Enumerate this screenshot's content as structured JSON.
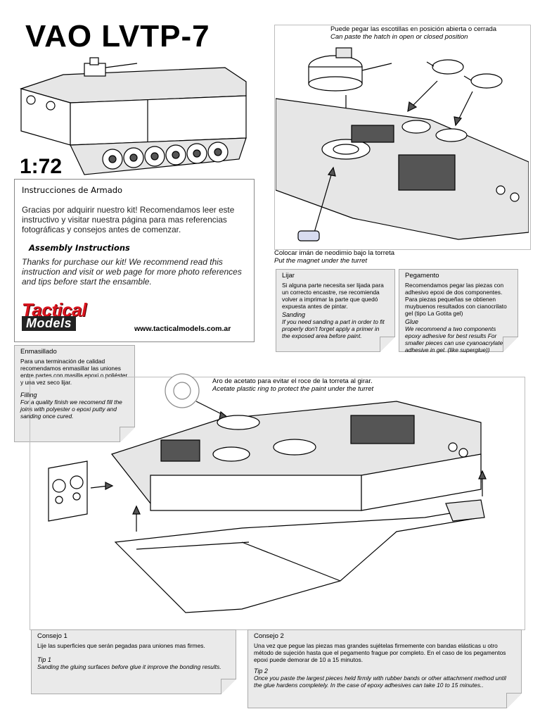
{
  "header": {
    "title": "VAO LVTP-7",
    "scale": "1:72"
  },
  "hatch_caption": {
    "es": "Puede pegar las escotillas en posición abierta o cerrada",
    "en": "Can paste the hatch in open or closed position"
  },
  "magnet_caption": {
    "es": "Colocar imán de neodimio bajo la torreta",
    "en": "Put the magnet under the turret"
  },
  "ring_caption": {
    "es": "Aro de acetato para evitar el roce de la torreta al girar.",
    "en": "Acetate plastic ring to protect the paint under the turret"
  },
  "intro": {
    "heading_es": "Instrucciones de Armado",
    "text_es": "Gracias por adquirir nuestro kit! Recomendamos leer este instructivo y visitar nuestra página para mas referencias fotográficas y consejos antes de comenzar.",
    "heading_en": "Assembly Instructions",
    "text_en": "Thanks for purchase our kit! We recommend read this instruction and visit or web page for more photo references and tips before start the ensamble.",
    "brand_top": "Tactical",
    "brand_bottom": "Models",
    "url": "www.tacticalmodels.com.ar"
  },
  "notes": {
    "lijar": {
      "title": "Lijar",
      "es": "Si alguna parte necesita ser lijada para un correcto encastre, rse recomienda volver a imprimar la parte que quedó expuesta antes de pintar.",
      "heading_en": "Sanding",
      "en": "If you need sanding a part in order to fit properly don't forget apply a primer in the  exposed area before paint."
    },
    "pegamento": {
      "title": "Pegamento",
      "es": "Recomendamos pegar las piezas con adhesivo epoxi de dos componentes. Para piezas pequeñas se obtienen muybuenos resultados con cianocrilato gel (tipo La Gotita gel)",
      "heading_en": "Glue",
      "en": "We recommend a two components epoxy adhesive for best results  For smaller pieces can use cyanoacrylate adhesive in gel. (like superglue))"
    },
    "enmasillado": {
      "title": "Enmasillado",
      "es": "Para una terminación de calidad recomendamos enmasillar las uniones entre partes con masilla epoxi o poliéster y una vez seco lijar.",
      "heading_en": "Filling",
      "en": "For a quality finish we recomend fill the joins with polyester o epoxi putty and sanding once cured."
    },
    "consejo1": {
      "title": "Consejo 1",
      "es": "Lije las superficies que serán pegadas para uniones mas firmes.",
      "heading_en": "Tip 1",
      "en": "Sanding the gluing surfaces before glue it  improve the bonding results."
    },
    "consejo2": {
      "title": "Consejo 2",
      "es": "Una vez que pegue las piezas mas grandes sujételas firmemente con bandas elásticas u otro método de sujeción hasta que el pegamento frague por completo. En el caso de los pegamentos epoxi puede demorar de 10 a 15 minutos.",
      "heading_en": "Tip 2",
      "en": "Once you paste the largest pieces held firmly with rubber bands or other attachment method until the glue hardens completely. In the case of epoxy adhesives can take  10 to 15 minutes.."
    }
  },
  "colors": {
    "brand_red": "#d9141e",
    "note_bg": "#eaeaea"
  }
}
